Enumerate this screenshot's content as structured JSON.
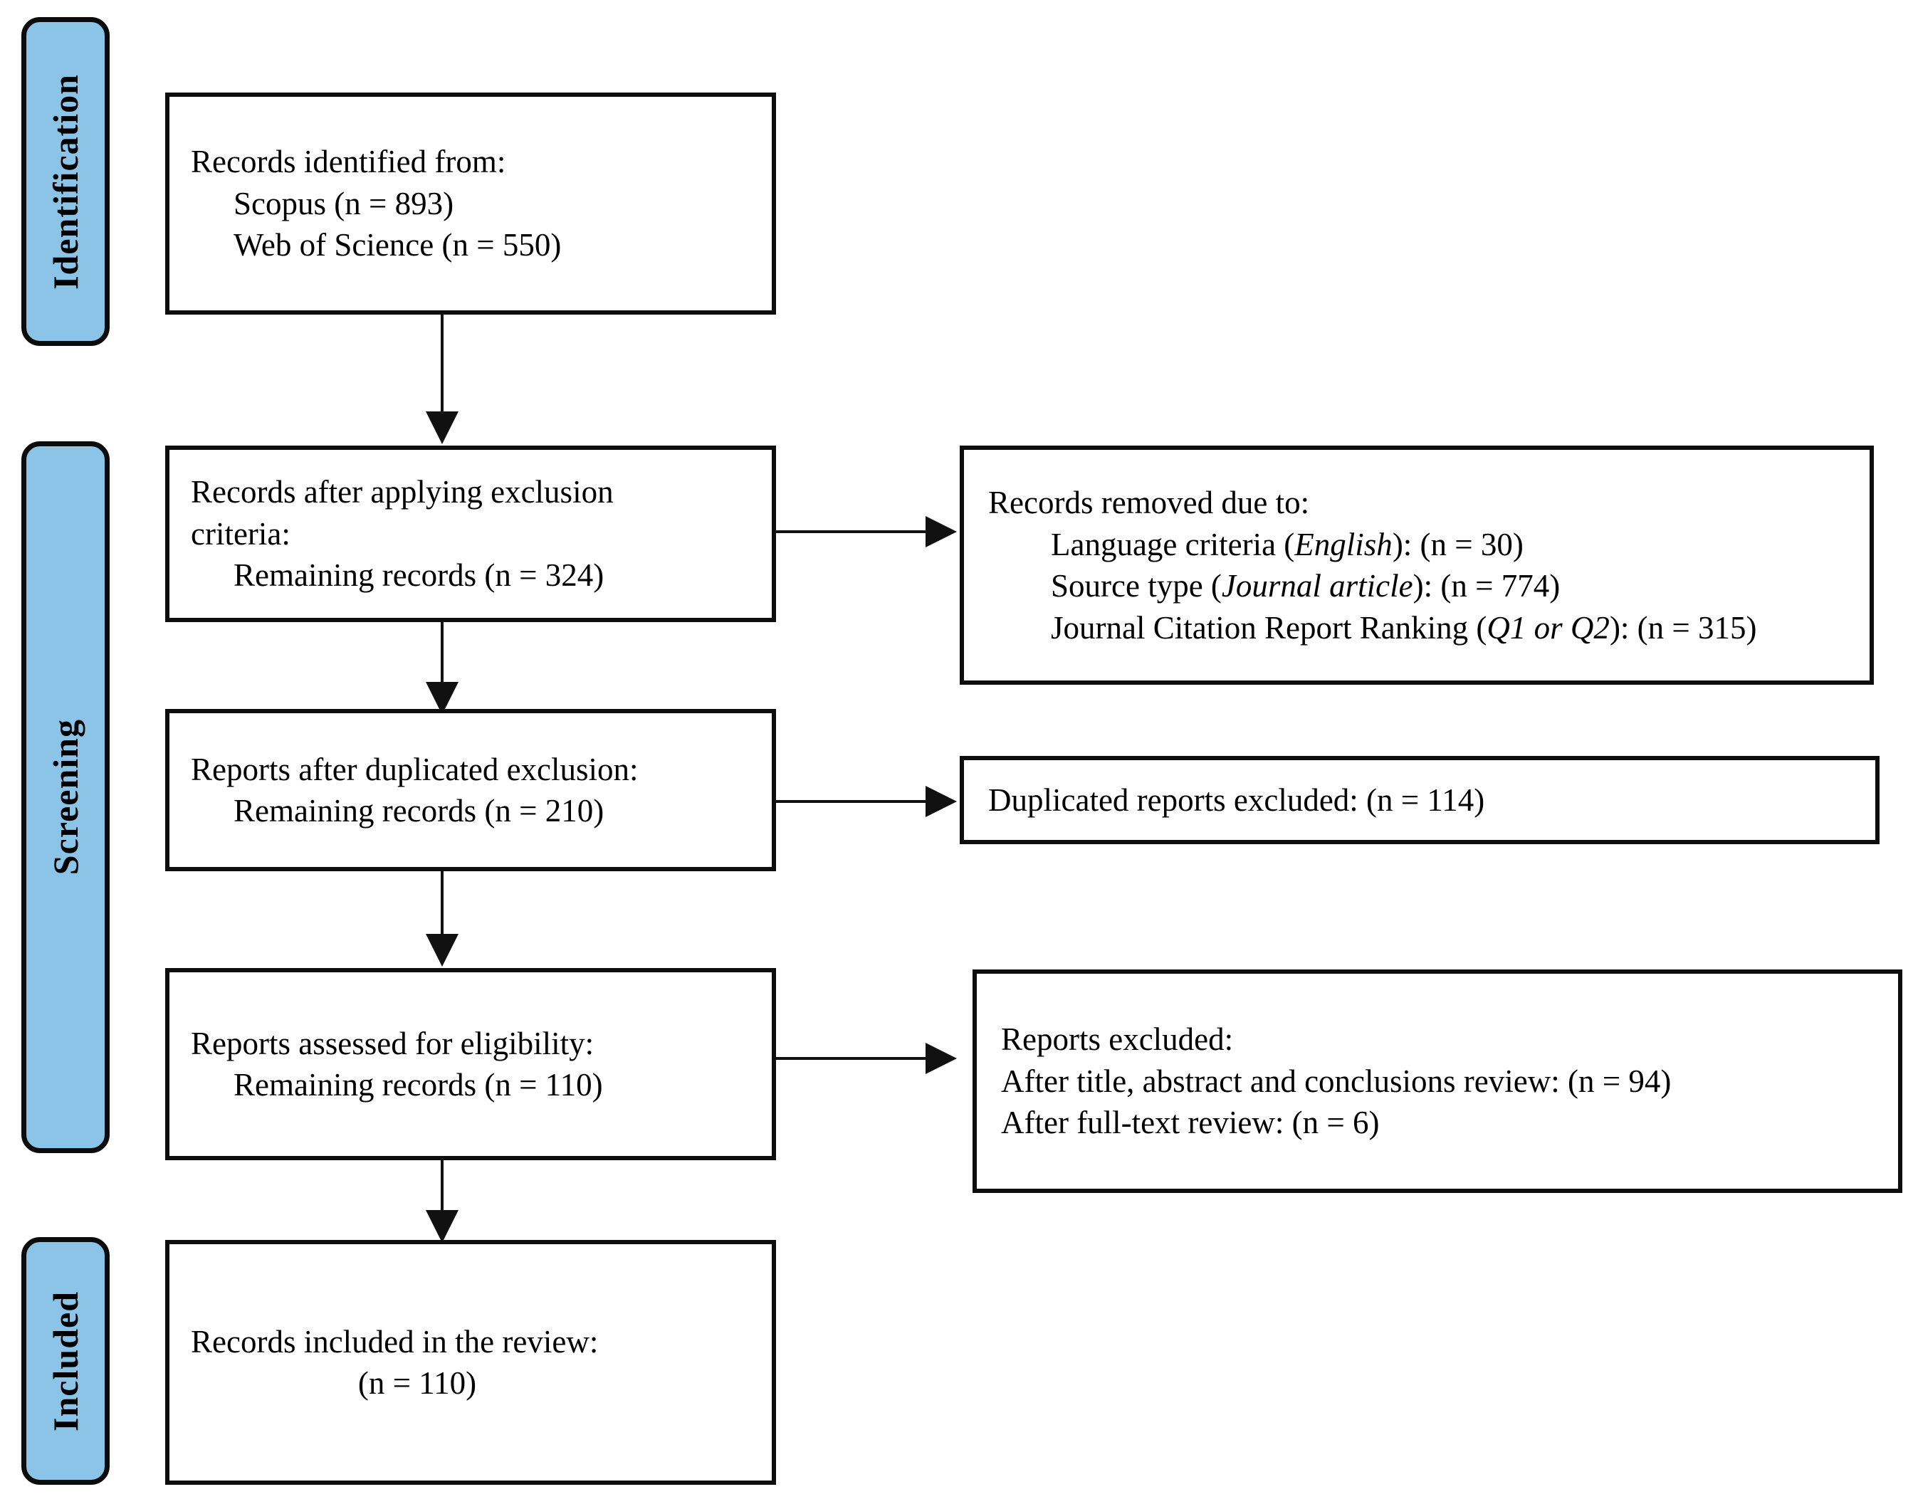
{
  "diagram": {
    "title": "PRISMA flow diagram",
    "accent_color": "#8CC4E8",
    "line_color": "#111111",
    "box_border_color": "#0d0d0d",
    "background": "#ffffff"
  },
  "stages": [
    {
      "id": "identification",
      "label": "Identification"
    },
    {
      "id": "screening",
      "label": "Screening"
    },
    {
      "id": "included",
      "label": "Included"
    }
  ],
  "boxes": {
    "records_identified": {
      "lines": [
        "Records identified from:",
        "Scopus (n = 893)",
        "Web of Science (n = 550)"
      ]
    },
    "records_after_exclusion": {
      "lines": [
        "Records after applying exclusion",
        "criteria:",
        "Remaining records (n = 324)"
      ]
    },
    "records_removed": {
      "heading": "Records removed due to:",
      "items": [
        {
          "pre": "Language criteria (",
          "em": "English",
          "post": "): (n = 30)"
        },
        {
          "pre": "Source type (",
          "em": "Journal article",
          "post": "): (n = 774)"
        },
        {
          "pre": "Journal Citation Report Ranking (",
          "em": "Q1 or Q2",
          "post": "): (n = 315)"
        }
      ]
    },
    "reports_after_duplicates": {
      "lines": [
        "Reports after duplicated exclusion:",
        "Remaining records (n = 210)"
      ]
    },
    "duplicates_excluded": {
      "lines": [
        "Duplicated reports excluded: (n = 114)"
      ]
    },
    "reports_eligibility": {
      "lines": [
        "Reports assessed for eligibility:",
        "Remaining records (n = 110)"
      ]
    },
    "reports_excluded": {
      "lines": [
        "Reports excluded:",
        "After title, abstract and conclusions review: (n = 94)",
        "After full-text review: (n = 6)"
      ]
    },
    "records_included": {
      "lines": [
        "Records included in the review:",
        "(n = 110)"
      ]
    }
  }
}
